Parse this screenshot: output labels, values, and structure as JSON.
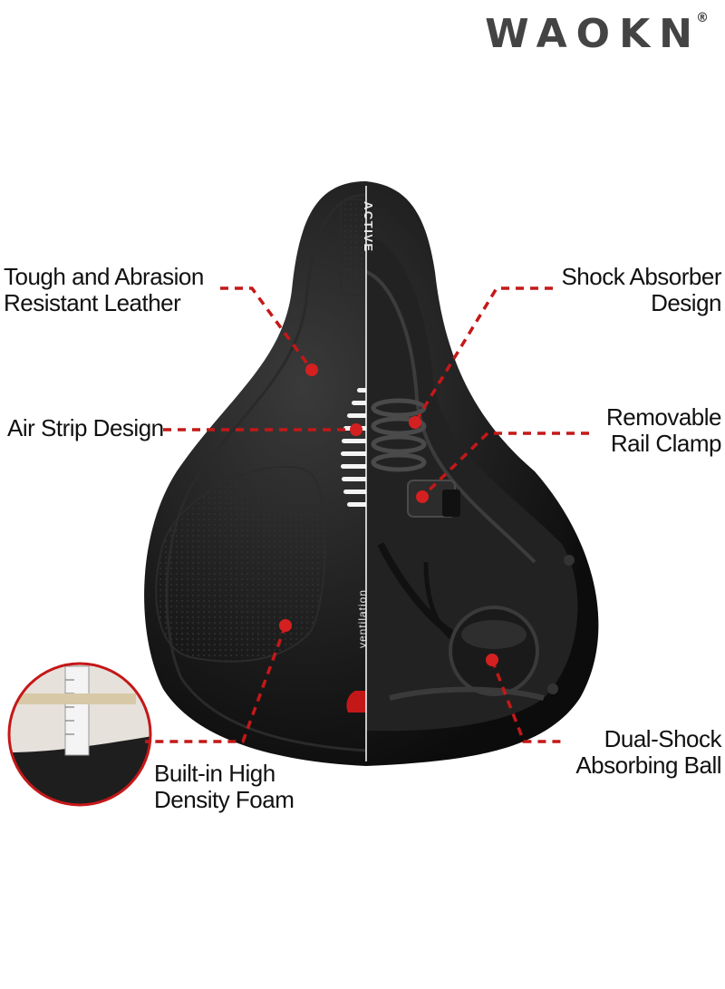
{
  "brand": {
    "name": "WAOKN",
    "mark": "®"
  },
  "saddle_text": {
    "top": "ACTIVE",
    "side": "ventilation"
  },
  "callouts": {
    "leather": [
      "Tough and Abrasion",
      "Resistant Leather"
    ],
    "air_strip": [
      "Air Strip Design"
    ],
    "foam": [
      "Built-in High",
      "Density Foam"
    ],
    "shock": [
      "Shock Absorber",
      "Design"
    ],
    "rail": [
      "Removable",
      "Rail Clamp"
    ],
    "ball": [
      "Dual-Shock",
      "Absorbing Ball"
    ]
  },
  "colors": {
    "accent": "#d42020",
    "saddle": "#151515",
    "text": "#111111",
    "brand": "#444444"
  },
  "icons": [
    "callout-dot-icon",
    "measuring-ruler-icon"
  ]
}
